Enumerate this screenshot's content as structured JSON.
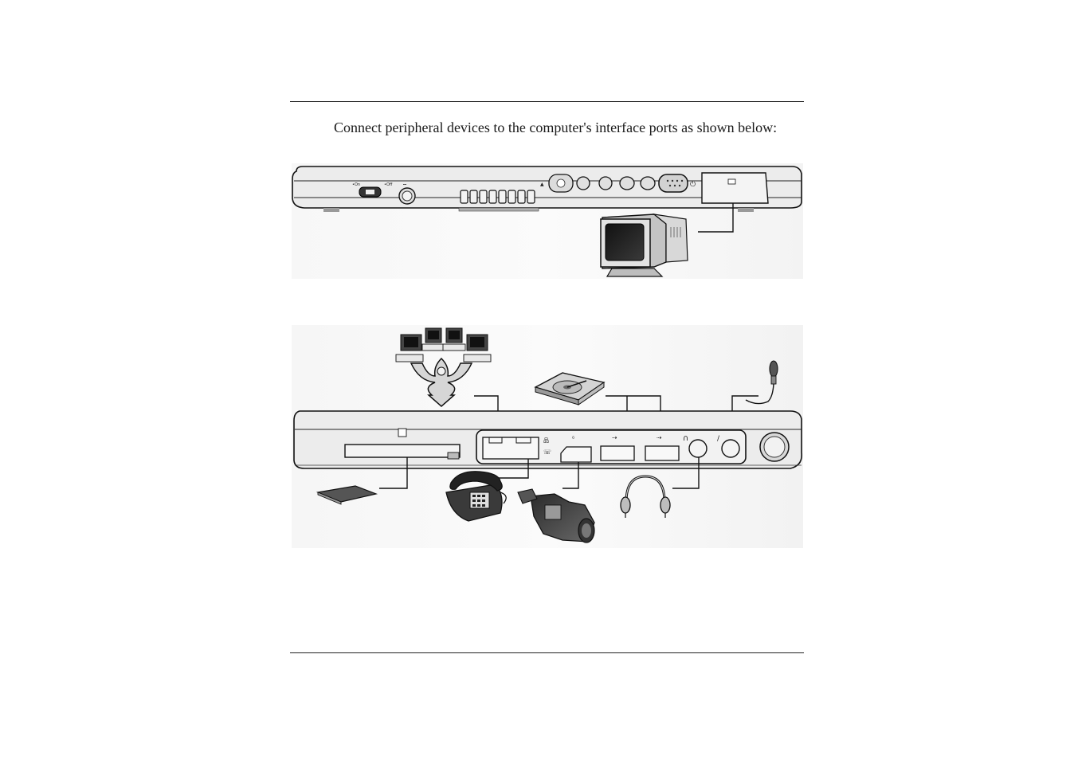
{
  "page": {
    "body_text": "Connect peripheral devices to the computer's interface ports as shown below:"
  },
  "figures": {
    "top": {
      "devices": [
        "external-monitor"
      ],
      "ports": [
        "power-switch",
        "dc-in",
        "vents",
        "status-indicators",
        "crt-port"
      ]
    },
    "bottom": {
      "devices": [
        "network",
        "hard-disk",
        "microphone",
        "pc-card",
        "telephone",
        "camcorder",
        "headphones"
      ],
      "ports": [
        "pc-card-slot",
        "lan-port",
        "modem-port",
        "ieee1394-port",
        "usb-port-1",
        "usb-port-2",
        "headphone-jack",
        "microphone-jack"
      ]
    }
  }
}
